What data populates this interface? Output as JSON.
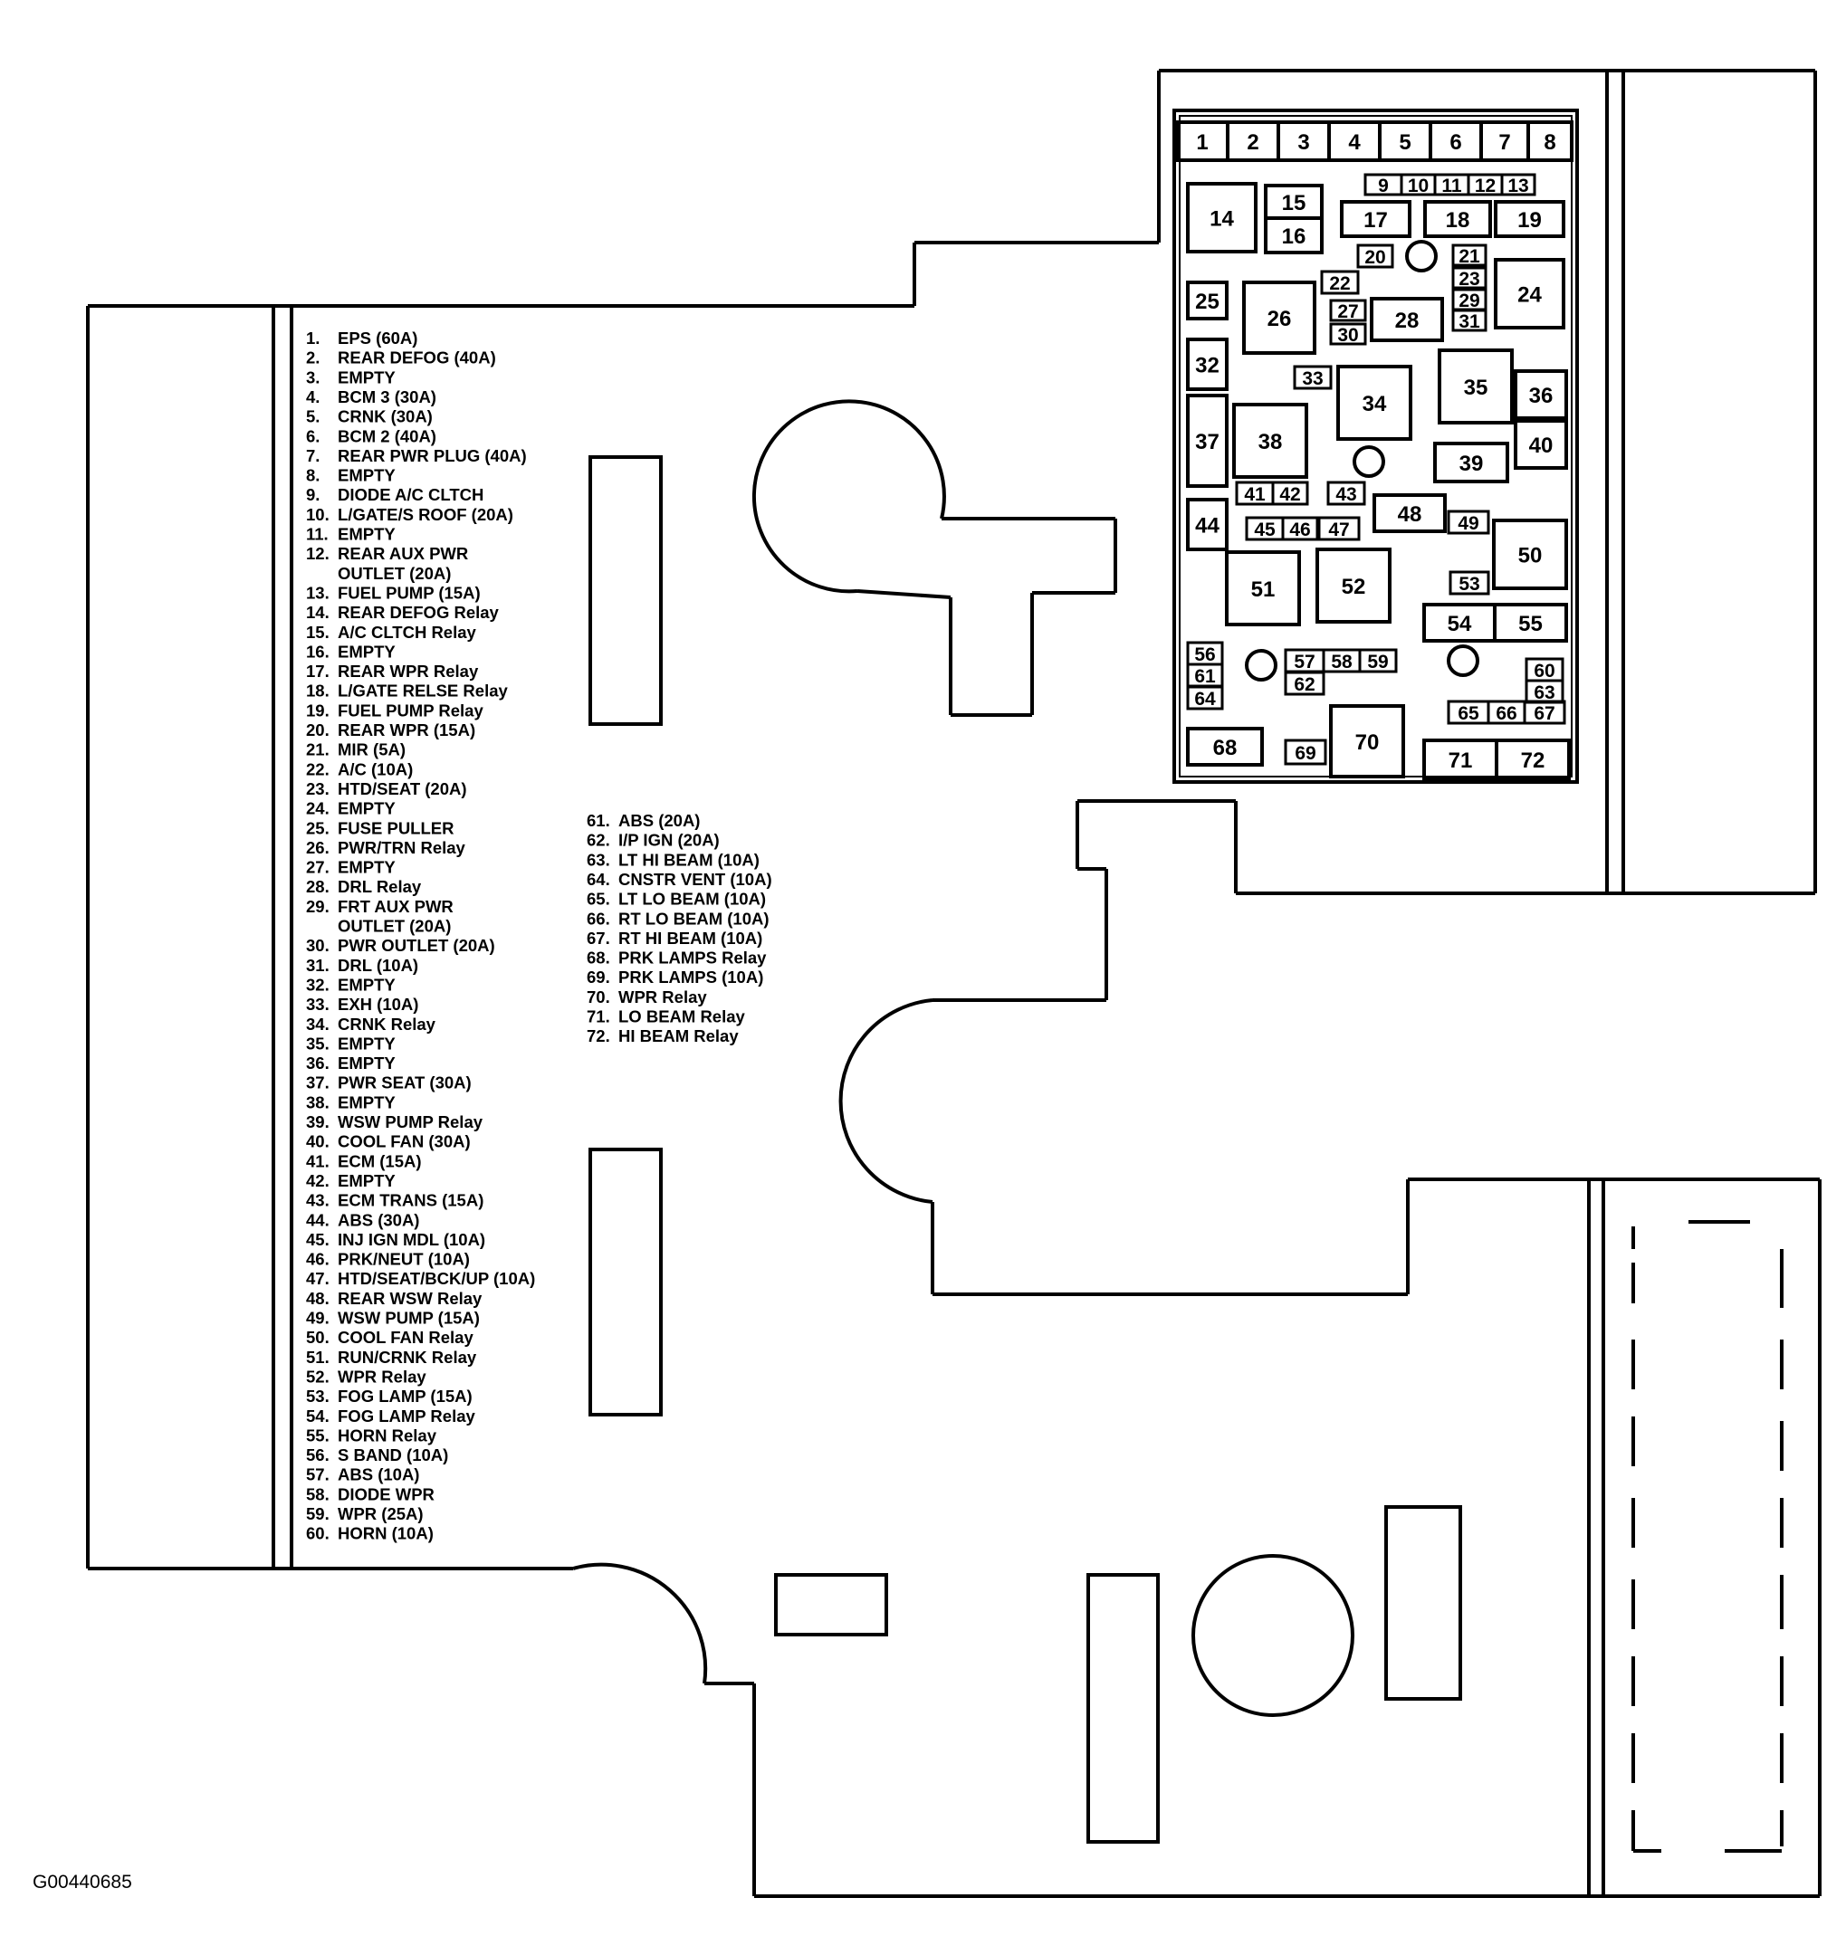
{
  "figure_code": "G00440685",
  "legend_left": [
    [
      "1.",
      "EPS (60A)"
    ],
    [
      "2.",
      "REAR DEFOG (40A)"
    ],
    [
      "3.",
      "EMPTY"
    ],
    [
      "4.",
      "BCM 3 (30A)"
    ],
    [
      "5.",
      "CRNK (30A)"
    ],
    [
      "6.",
      "BCM 2 (40A)"
    ],
    [
      "7.",
      "REAR PWR PLUG (40A)"
    ],
    [
      "8.",
      "EMPTY"
    ],
    [
      "9.",
      "DIODE A/C CLTCH"
    ],
    [
      "10.",
      "L/GATE/S ROOF (20A)"
    ],
    [
      "11.",
      "EMPTY"
    ],
    [
      "12.",
      "REAR AUX PWR"
    ],
    [
      "",
      "OUTLET (20A)"
    ],
    [
      "13.",
      "FUEL PUMP (15A)"
    ],
    [
      "14.",
      "REAR DEFOG Relay"
    ],
    [
      "15.",
      "A/C CLTCH Relay"
    ],
    [
      "16.",
      "EMPTY"
    ],
    [
      "17.",
      "REAR WPR Relay"
    ],
    [
      "18.",
      "L/GATE RELSE Relay"
    ],
    [
      "19.",
      "FUEL PUMP Relay"
    ],
    [
      "20.",
      "REAR WPR (15A)"
    ],
    [
      "21.",
      "MIR (5A)"
    ],
    [
      "22.",
      "A/C (10A)"
    ],
    [
      "23.",
      "HTD/SEAT (20A)"
    ],
    [
      "24.",
      "EMPTY"
    ],
    [
      "25.",
      "FUSE PULLER"
    ],
    [
      "26.",
      "PWR/TRN Relay"
    ],
    [
      "27.",
      "EMPTY"
    ],
    [
      "28.",
      "DRL Relay"
    ],
    [
      "29.",
      "FRT AUX PWR"
    ],
    [
      "",
      "OUTLET (20A)"
    ],
    [
      "30.",
      "PWR OUTLET (20A)"
    ],
    [
      "31.",
      "DRL (10A)"
    ],
    [
      "32.",
      "EMPTY"
    ],
    [
      "33.",
      "EXH (10A)"
    ],
    [
      "34.",
      "CRNK Relay"
    ],
    [
      "35.",
      "EMPTY"
    ],
    [
      "36.",
      "EMPTY"
    ],
    [
      "37.",
      "PWR SEAT (30A)"
    ],
    [
      "38.",
      "EMPTY"
    ],
    [
      "39.",
      "WSW PUMP Relay"
    ],
    [
      "40.",
      "COOL FAN (30A)"
    ],
    [
      "41.",
      "ECM (15A)"
    ],
    [
      "42.",
      "EMPTY"
    ],
    [
      "43.",
      "ECM TRANS (15A)"
    ],
    [
      "44.",
      "ABS (30A)"
    ],
    [
      "45.",
      "INJ IGN MDL (10A)"
    ],
    [
      "46.",
      "PRK/NEUT (10A)"
    ],
    [
      "47.",
      "HTD/SEAT/BCK/UP (10A)"
    ],
    [
      "48.",
      "REAR WSW Relay"
    ],
    [
      "49.",
      "WSW PUMP (15A)"
    ],
    [
      "50.",
      "COOL FAN Relay"
    ],
    [
      "51.",
      "RUN/CRNK Relay"
    ],
    [
      "52.",
      "WPR Relay"
    ],
    [
      "53.",
      "FOG LAMP (15A)"
    ],
    [
      "54.",
      "FOG LAMP Relay"
    ],
    [
      "55.",
      "HORN Relay"
    ],
    [
      "56.",
      "S BAND (10A)"
    ],
    [
      "57.",
      "ABS (10A)"
    ],
    [
      "58.",
      "DIODE WPR"
    ],
    [
      "59.",
      "WPR (25A)"
    ],
    [
      "60.",
      "HORN (10A)"
    ]
  ],
  "legend_right": [
    [
      "61.",
      "ABS (20A)"
    ],
    [
      "62.",
      "I/P IGN (20A)"
    ],
    [
      "63.",
      "LT HI BEAM (10A)"
    ],
    [
      "64.",
      "CNSTR VENT (10A)"
    ],
    [
      "65.",
      "LT LO BEAM (10A)"
    ],
    [
      "66.",
      "RT LO BEAM (10A)"
    ],
    [
      "67.",
      "RT HI BEAM (10A)"
    ],
    [
      "68.",
      "PRK LAMPS Relay"
    ],
    [
      "69.",
      "PRK LAMPS (10A)"
    ],
    [
      "70.",
      "WPR Relay"
    ],
    [
      "71.",
      "LO BEAM Relay"
    ],
    [
      "72.",
      "HI BEAM Relay"
    ]
  ],
  "fuse_labels": [
    "1",
    "2",
    "3",
    "4",
    "5",
    "6",
    "7",
    "8",
    "9",
    "10",
    "11",
    "12",
    "13",
    "14",
    "15",
    "16",
    "17",
    "18",
    "19",
    "20",
    "21",
    "22",
    "23",
    "24",
    "25",
    "26",
    "27",
    "28",
    "29",
    "30",
    "31",
    "32",
    "33",
    "34",
    "35",
    "36",
    "37",
    "38",
    "39",
    "40",
    "41",
    "42",
    "43",
    "44",
    "45",
    "46",
    "47",
    "48",
    "49",
    "50",
    "51",
    "52",
    "53",
    "54",
    "55",
    "56",
    "57",
    "58",
    "59",
    "60",
    "61",
    "62",
    "63",
    "64",
    "65",
    "66",
    "67",
    "68",
    "69",
    "70",
    "71",
    "72"
  ]
}
